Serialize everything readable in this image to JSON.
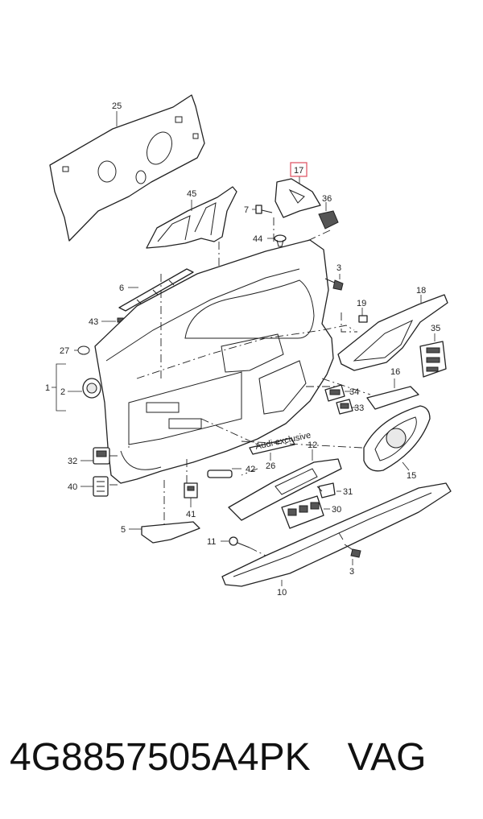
{
  "labels": {
    "p25": "25",
    "p17": "17",
    "p45": "45",
    "p36": "36",
    "p7": "7",
    "p44": "44",
    "p3a": "3",
    "p6": "6",
    "p18": "18",
    "p19": "19",
    "p43": "43",
    "p35": "35",
    "p27": "27",
    "p1": "1",
    "p2": "2",
    "p16": "16",
    "p34": "34",
    "p33": "33",
    "p32": "32",
    "p12": "12",
    "p40": "40",
    "p42": "42",
    "p26": "26",
    "p15": "15",
    "p31": "31",
    "p41": "41",
    "p30": "30",
    "p5": "5",
    "p11": "11",
    "p3b": "3",
    "p10": "10"
  },
  "badge_text": "Audi exclusive",
  "highlight_color": "#e05a6a",
  "caption": {
    "part_number": "4G8857505A4PK",
    "brand": "VAG"
  }
}
